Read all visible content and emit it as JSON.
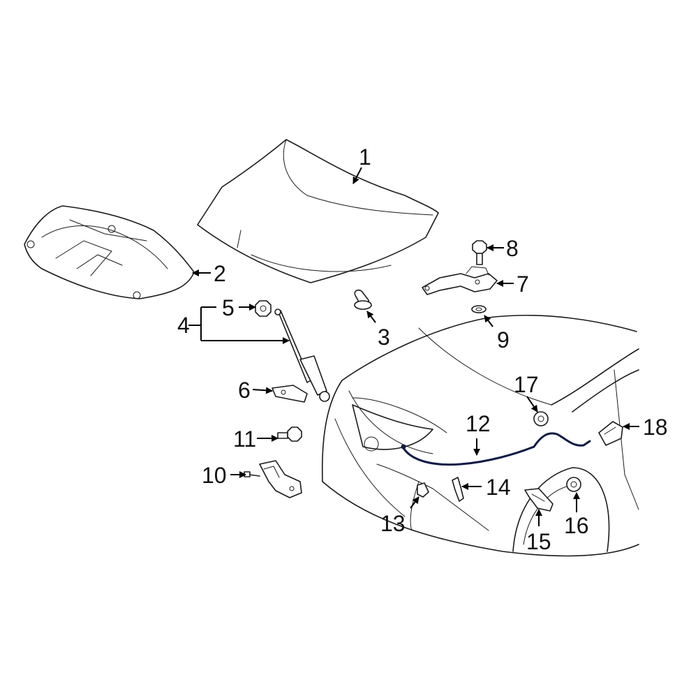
{
  "diagram": {
    "callouts": [
      {
        "label": "1"
      },
      {
        "label": "2"
      },
      {
        "label": "3"
      },
      {
        "label": "4"
      },
      {
        "label": "5"
      },
      {
        "label": "6"
      },
      {
        "label": "7"
      },
      {
        "label": "8"
      },
      {
        "label": "9"
      },
      {
        "label": "10"
      },
      {
        "label": "11"
      },
      {
        "label": "12"
      },
      {
        "label": "13"
      },
      {
        "label": "14"
      },
      {
        "label": "15"
      },
      {
        "label": "16"
      },
      {
        "label": "17"
      },
      {
        "label": "18"
      }
    ],
    "colors": {
      "line": "#1a1a1a",
      "highlight_cable": "#0d1b45",
      "background": "#ffffff"
    }
  }
}
